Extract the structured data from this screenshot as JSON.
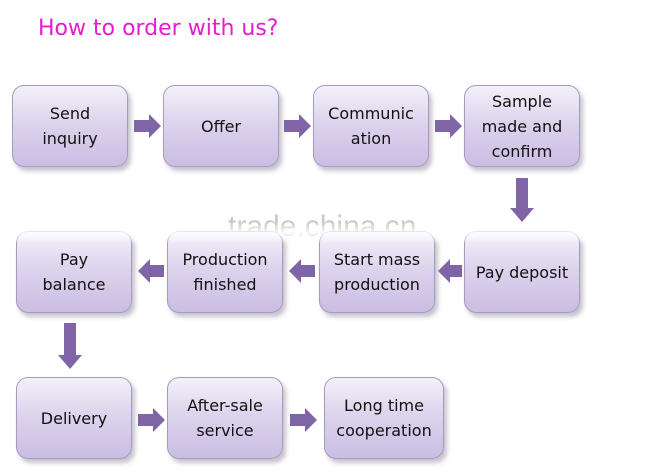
{
  "title": "How to order with us?",
  "watermark": "trade.china.cn",
  "colors": {
    "title": "#e61ccf",
    "box_top": "#f4f1f9",
    "box_bottom": "#cbbde3",
    "box_border": "#a69bbf",
    "arrow": "#7f64a6"
  },
  "steps": [
    {
      "lines": [
        "Send",
        "inquiry"
      ]
    },
    {
      "lines": [
        "Offer"
      ]
    },
    {
      "lines": [
        "Communic",
        "ation"
      ]
    },
    {
      "lines": [
        "Sample",
        "made and",
        "confirm"
      ]
    },
    {
      "lines": [
        "Pay deposit"
      ]
    },
    {
      "lines": [
        "Start mass",
        "production"
      ]
    },
    {
      "lines": [
        "Production",
        "finished"
      ]
    },
    {
      "lines": [
        "Pay",
        "balance"
      ]
    },
    {
      "lines": [
        "Delivery"
      ]
    },
    {
      "lines": [
        "After-sale",
        "service"
      ]
    },
    {
      "lines": [
        "Long time",
        "cooperation"
      ]
    }
  ]
}
